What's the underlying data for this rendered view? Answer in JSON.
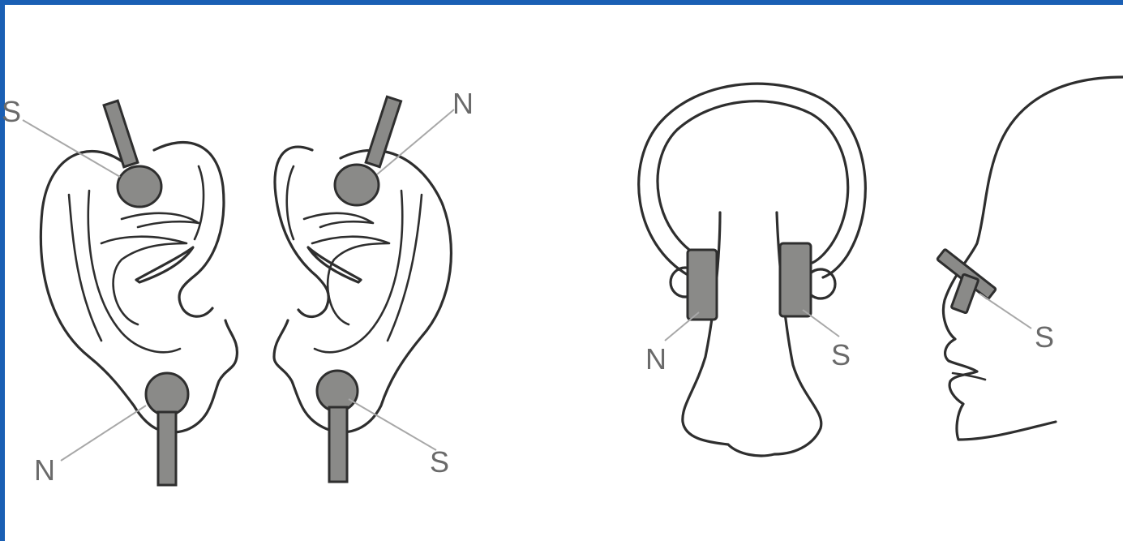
{
  "colors": {
    "frame": "#1a5fb4",
    "line": "#2e2e2e",
    "magnet": "#8a8a88",
    "label": "#6a6a6a",
    "leader": "#a8a8a8"
  },
  "labels": {
    "left_ear_top": "S",
    "left_ear_bottom": "N",
    "right_ear_top": "N",
    "right_ear_bottom": "S",
    "nose_left": "N",
    "nose_right": "S",
    "profile_nose": "S"
  }
}
